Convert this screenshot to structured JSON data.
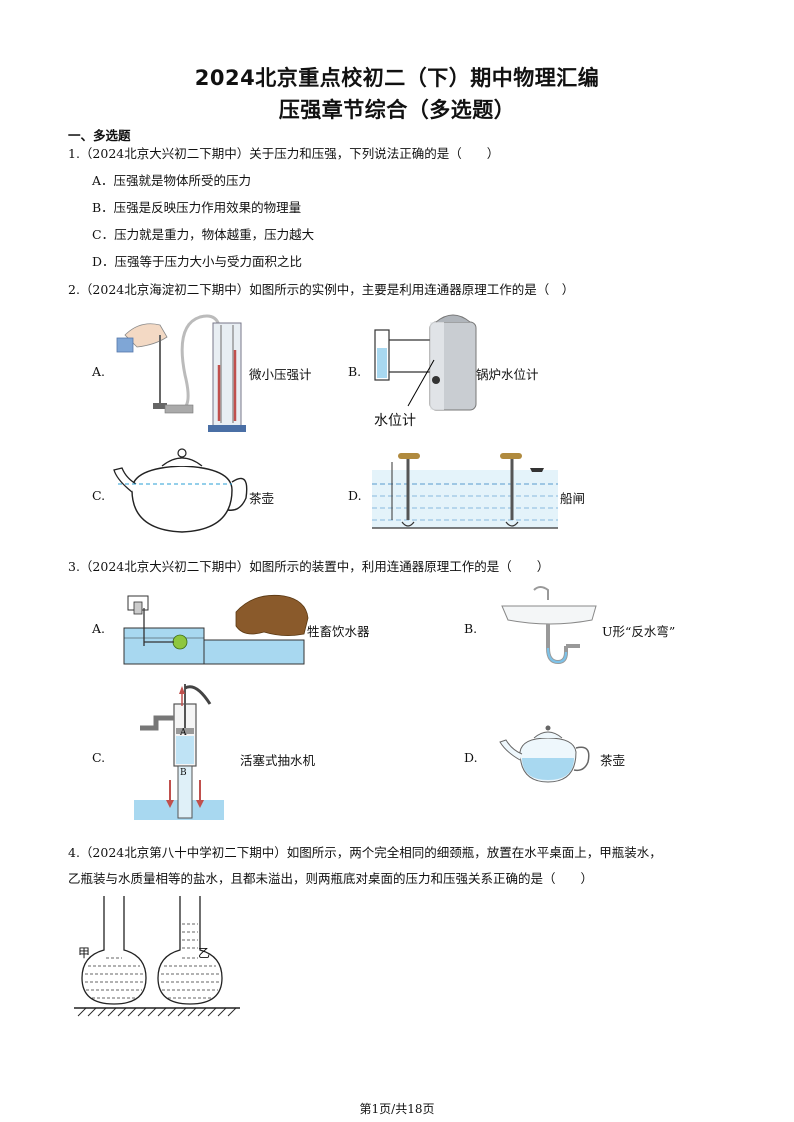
{
  "header": {
    "title_line1": "2024北京重点校初二（下）期中物理汇编",
    "title_line2": "压强章节综合（多选题）"
  },
  "section_title": "一、多选题",
  "questions": [
    {
      "stem": "1.（2024北京大兴初二下期中）关于压力和压强，下列说法正确的是（　　）",
      "options": [
        "A．压强就是物体所受的压力",
        "B．压强是反映压力作用效果的物理量",
        "C．压力就是重力，物体越重，压力越大",
        "D．压强等于压力大小与受力面积之比"
      ]
    },
    {
      "stem": "2.（2024北京海淀初二下期中）如图所示的实例中，主要是利用连通器原理工作的是（　）",
      "options": [
        {
          "letter": "A.",
          "caption": "微小压强计"
        },
        {
          "letter": "B.",
          "caption": "锅炉水位计",
          "figure_text": "水位计"
        },
        {
          "letter": "C.",
          "caption": "茶壶"
        },
        {
          "letter": "D.",
          "caption": "船闸"
        }
      ]
    },
    {
      "stem": "3.（2024北京大兴初二下期中）如图所示的装置中，利用连通器原理工作的是（　　）",
      "options": [
        {
          "letter": "A.",
          "caption": "牲畜饮水器"
        },
        {
          "letter": "B.",
          "caption": "U形“反水弯”"
        },
        {
          "letter": "C.",
          "caption": "活塞式抽水机",
          "figure_text_a": "A",
          "figure_text_b": "B"
        },
        {
          "letter": "D.",
          "caption": "茶壶"
        }
      ]
    },
    {
      "stem_line1": "4.（2024北京第八十中学初二下期中）如图所示，两个完全相同的细颈瓶，放置在水平桌面上，甲瓶装水，",
      "stem_line2": "乙瓶装与水质量相等的盐水，且都未溢出，则两瓶底对桌面的压力和压强关系正确的是（　　）",
      "figure_labels": [
        "甲",
        "乙"
      ]
    }
  ],
  "footer": "第1页/共18页",
  "colors": {
    "water": "#a8d8f0",
    "liquid_dash": "#2a7fc0",
    "metal": "#9aa4ad",
    "animal": "#8a5a2b"
  }
}
